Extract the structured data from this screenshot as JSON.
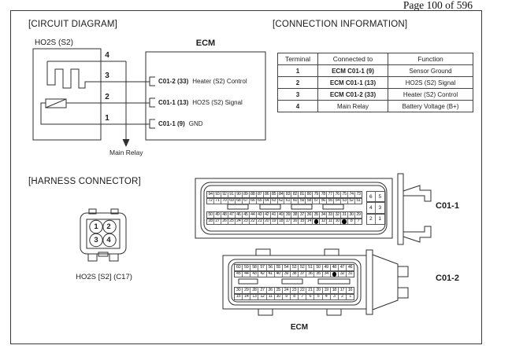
{
  "page": {
    "page_indicator": "Page 100 of 596"
  },
  "circuit_diagram": {
    "title": "[CIRCUIT DIAGRAM]",
    "sensor_label": "HO2S (S2)",
    "ecm_label": "ECM",
    "main_relay_label": "Main Relay",
    "pins": [
      "4",
      "3",
      "2",
      "1"
    ],
    "terminals": [
      {
        "connector": "C01-2 (33)",
        "function": "Heater (S2) Control"
      },
      {
        "connector": "C01-1 (13)",
        "function": "HO2S (S2) Signal"
      },
      {
        "connector": "C01-1 (9)",
        "function": "GND"
      }
    ]
  },
  "connection_information": {
    "title": "[CONNECTION INFORMATION]",
    "table": {
      "headers": [
        "Terminal",
        "Connected to",
        "Function"
      ],
      "rows": [
        [
          "1",
          "ECM C01-1 (9)",
          "Sensor Ground"
        ],
        [
          "2",
          "ECM C01-1 (13)",
          "HO2S (S2) Signal"
        ],
        [
          "3",
          "ECM C01-2 (33)",
          "Heater (S2) Control"
        ],
        [
          "4",
          "Main Relay",
          "Battery Voltage (B+)"
        ]
      ]
    }
  },
  "harness_connector": {
    "title": "[HARNESS CONNECTOR]",
    "sensor_connector": {
      "label": "HO2S [S2] (C17)",
      "pins": [
        "1",
        "2",
        "3",
        "4"
      ]
    },
    "ecm_label": "ECM",
    "c01_1": {
      "label": "C01-1",
      "rows": [
        [
          94,
          93,
          92,
          91,
          90,
          89,
          88,
          87,
          86,
          85,
          84,
          83,
          82,
          81,
          80,
          79,
          78,
          77,
          76,
          75,
          74,
          73
        ],
        [
          72,
          71,
          70,
          69,
          68,
          67,
          66,
          65,
          64,
          63,
          62,
          61,
          60,
          59,
          58,
          57,
          56,
          55,
          54,
          53,
          52,
          51
        ],
        [
          50,
          49,
          48,
          47,
          46,
          45,
          44,
          43,
          42,
          41,
          40,
          39,
          38,
          37,
          36,
          35,
          34,
          33,
          32,
          31,
          30,
          29
        ],
        [
          28,
          27,
          26,
          25,
          24,
          23,
          22,
          21,
          20,
          19,
          18,
          17,
          16,
          15,
          14,
          13,
          12,
          11,
          10,
          9,
          8,
          7
        ]
      ],
      "aux_grid": [
        [
          6,
          5
        ],
        [
          4,
          3
        ],
        [
          2,
          1
        ]
      ],
      "filled_pins": [
        13,
        9
      ]
    },
    "c01_2": {
      "label": "C01-2",
      "rows": [
        [
          60,
          59,
          58,
          57,
          56,
          55,
          54,
          53,
          52,
          51,
          50,
          49,
          48,
          47,
          46
        ],
        [
          45,
          44,
          43,
          42,
          41,
          40,
          39,
          38,
          37,
          36,
          35,
          34,
          33,
          32,
          31
        ],
        [
          30,
          29,
          28,
          27,
          26,
          25,
          24,
          23,
          22,
          21,
          20,
          19,
          18,
          17,
          16
        ],
        [
          15,
          14,
          13,
          12,
          11,
          10,
          9,
          8,
          7,
          6,
          5,
          4,
          3,
          2,
          1
        ]
      ],
      "filled_pins": [
        33
      ]
    }
  }
}
